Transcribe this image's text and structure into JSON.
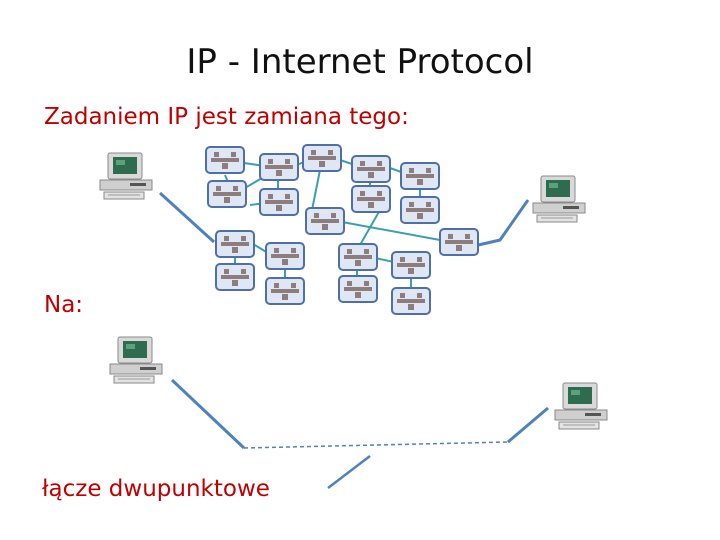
{
  "title": "IP - Internet Protocol",
  "label_top": "Zadaniem IP jest zamiana tego:",
  "label_bottom": "Na:",
  "label_link": "łącze dwupunktowe",
  "colors": {
    "label_text": "#c00000",
    "connection_line": "#4f81bd",
    "router_border": "#4f6fa8",
    "router_fill": "#dfe7f4",
    "router_link": "#3aa0b0",
    "computer_body": "#d9d9d9",
    "computer_screen": "#2e6b4f"
  },
  "icons": {
    "computer": "desktop-computer-icon",
    "router": "router-node-icon"
  }
}
